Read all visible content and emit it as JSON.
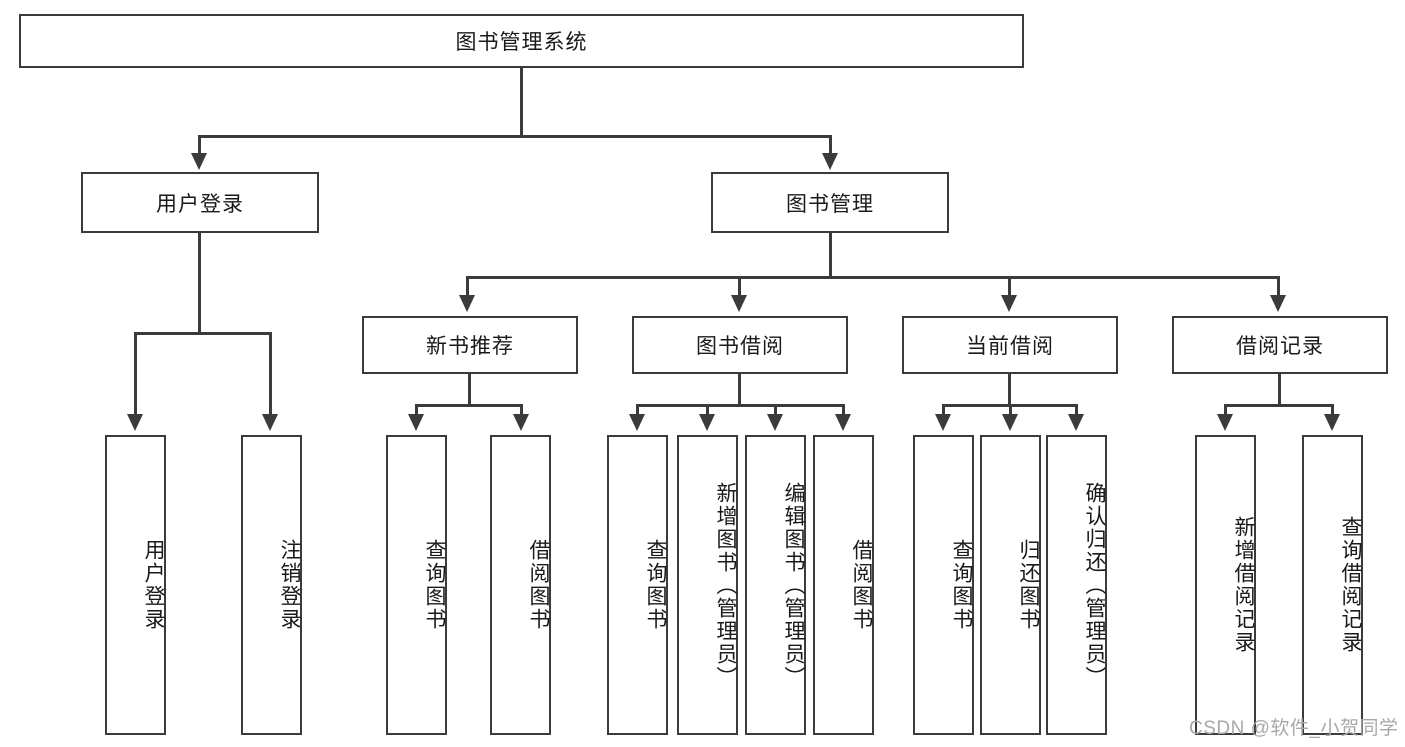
{
  "diagram": {
    "type": "tree-hierarchy",
    "title": "图书管理系统",
    "levels": 4,
    "root": {
      "label": "图书管理系统"
    },
    "level2": [
      {
        "label": "用户登录"
      },
      {
        "label": "图书管理"
      }
    ],
    "level3": [
      {
        "label": "新书推荐"
      },
      {
        "label": "图书借阅"
      },
      {
        "label": "当前借阅"
      },
      {
        "label": "借阅记录"
      }
    ],
    "leaves": {
      "user_login": [
        {
          "label": "用户登录"
        },
        {
          "label": "注销登录"
        }
      ],
      "new_book_recommend": [
        {
          "label": "查询图书"
        },
        {
          "label": "借阅图书"
        }
      ],
      "book_borrow": [
        {
          "label": "查询图书"
        },
        {
          "label": "新增图书（管理员）"
        },
        {
          "label": "编辑图书（管理员）"
        },
        {
          "label": "借阅图书"
        }
      ],
      "current_borrow": [
        {
          "label": "查询图书"
        },
        {
          "label": "归还图书"
        },
        {
          "label": "确认归还（管理员）"
        }
      ],
      "borrow_record": [
        {
          "label": "新增借阅记录"
        },
        {
          "label": "查询借阅记录"
        }
      ]
    }
  },
  "watermark": {
    "text": "CSDN @软件_小贺同学"
  },
  "colors": {
    "stroke": "#3b3b3b",
    "background": "#ffffff",
    "text": "#1a1a1a",
    "watermark": "#a8a8a8"
  }
}
